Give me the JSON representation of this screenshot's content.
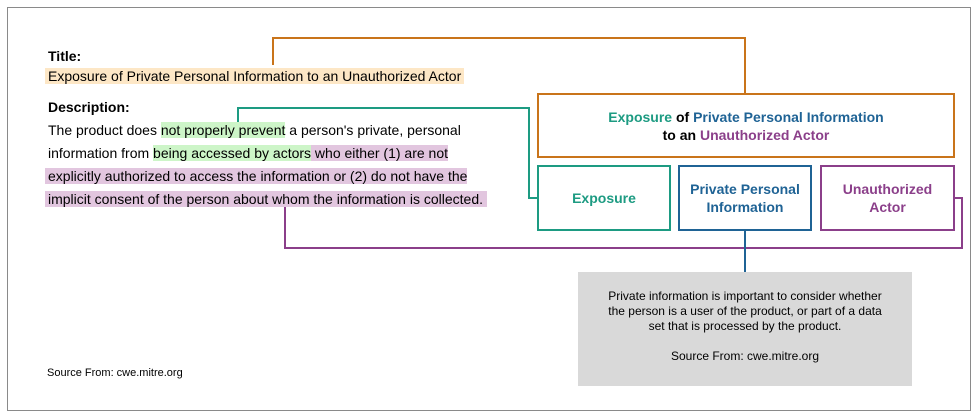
{
  "left": {
    "title_label": "Title:",
    "title_text": "Exposure of Private Personal Information to an Unauthorized Actor",
    "description_label": "Description:",
    "desc": {
      "p1": "The product does ",
      "hl1": "not properly prevent",
      "p2": " a person's private, personal",
      "p3": "information from ",
      "hl2": "being accessed by actors",
      "hl3a": " who either (1) are not",
      "hl3b": "explicitly authorized to access the information or (2) do not have the",
      "hl3c": "implicit consent of the person about whom the information is collected."
    },
    "source": "Source From: cwe.mitre.org"
  },
  "main_box": {
    "line1_a": "Exposure",
    "line1_b": " of ",
    "line1_c": "Private Personal Information",
    "line2_a": "to an ",
    "line2_b": "Unauthorized Actor"
  },
  "sub_boxes": {
    "exposure": "Exposure",
    "ppi_line1": "Private Personal",
    "ppi_line2": "Information",
    "actor_line1": "Unauthorized",
    "actor_line2": "Actor"
  },
  "note": {
    "line1": "Private information is important to consider whether",
    "line2": "the person is a user of the product, or part of a data",
    "line3": "set that is processed by the product.",
    "source": "Source From: cwe.mitre.org"
  },
  "colors": {
    "orange": "#c9741a",
    "teal": "#1d9b82",
    "blue": "#1f6395",
    "purple": "#8b3f8a",
    "highlight_orange": "#fde7c6",
    "highlight_green": "#cdf5c8",
    "highlight_purple": "#e2c6df",
    "note_bg": "#d9d9d9"
  }
}
